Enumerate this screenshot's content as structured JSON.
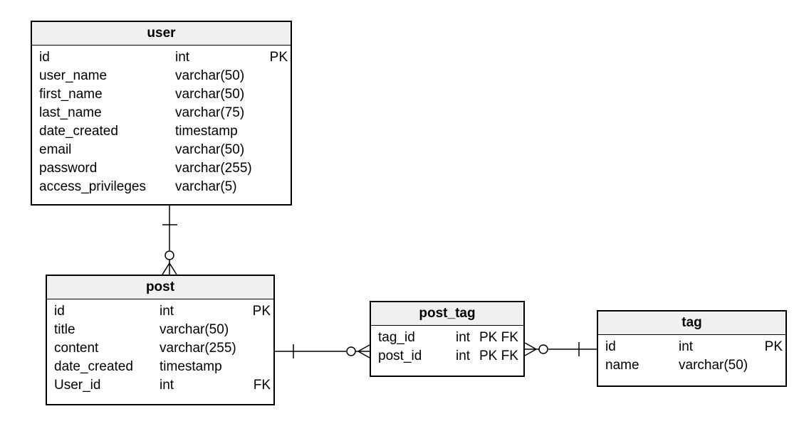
{
  "entities": {
    "user": {
      "name": "user",
      "rows": [
        {
          "field": "id",
          "type": "int",
          "key": "PK"
        },
        {
          "field": "user_name",
          "type": "varchar(50)",
          "key": ""
        },
        {
          "field": "first_name",
          "type": "varchar(50)",
          "key": ""
        },
        {
          "field": "last_name",
          "type": "varchar(75)",
          "key": ""
        },
        {
          "field": "date_created",
          "type": "timestamp",
          "key": ""
        },
        {
          "field": "email",
          "type": "varchar(50)",
          "key": ""
        },
        {
          "field": "password",
          "type": "varchar(255)",
          "key": ""
        },
        {
          "field": "access_privileges",
          "type": "varchar(5)",
          "key": ""
        }
      ]
    },
    "post": {
      "name": "post",
      "rows": [
        {
          "field": "id",
          "type": "int",
          "key": "PK"
        },
        {
          "field": "title",
          "type": "varchar(50)",
          "key": ""
        },
        {
          "field": "content",
          "type": "varchar(255)",
          "key": ""
        },
        {
          "field": "date_created",
          "type": "timestamp",
          "key": ""
        },
        {
          "field": "User_id",
          "type": "int",
          "key": "FK"
        }
      ]
    },
    "post_tag": {
      "name": "post_tag",
      "rows": [
        {
          "field": "tag_id",
          "type": "int",
          "key": "PK FK"
        },
        {
          "field": "post_id",
          "type": "int",
          "key": "PK FK"
        }
      ]
    },
    "tag": {
      "name": "tag",
      "rows": [
        {
          "field": "id",
          "type": "int",
          "key": "PK"
        },
        {
          "field": "name",
          "type": "varchar(50)",
          "key": ""
        }
      ]
    }
  },
  "relationships": [
    {
      "from": "user",
      "to": "post",
      "from_cardinality": "one",
      "to_cardinality": "zero-or-many"
    },
    {
      "from": "post",
      "to": "post_tag",
      "from_cardinality": "one",
      "to_cardinality": "zero-or-many"
    },
    {
      "from": "tag",
      "to": "post_tag",
      "from_cardinality": "one",
      "to_cardinality": "zero-or-many"
    }
  ]
}
